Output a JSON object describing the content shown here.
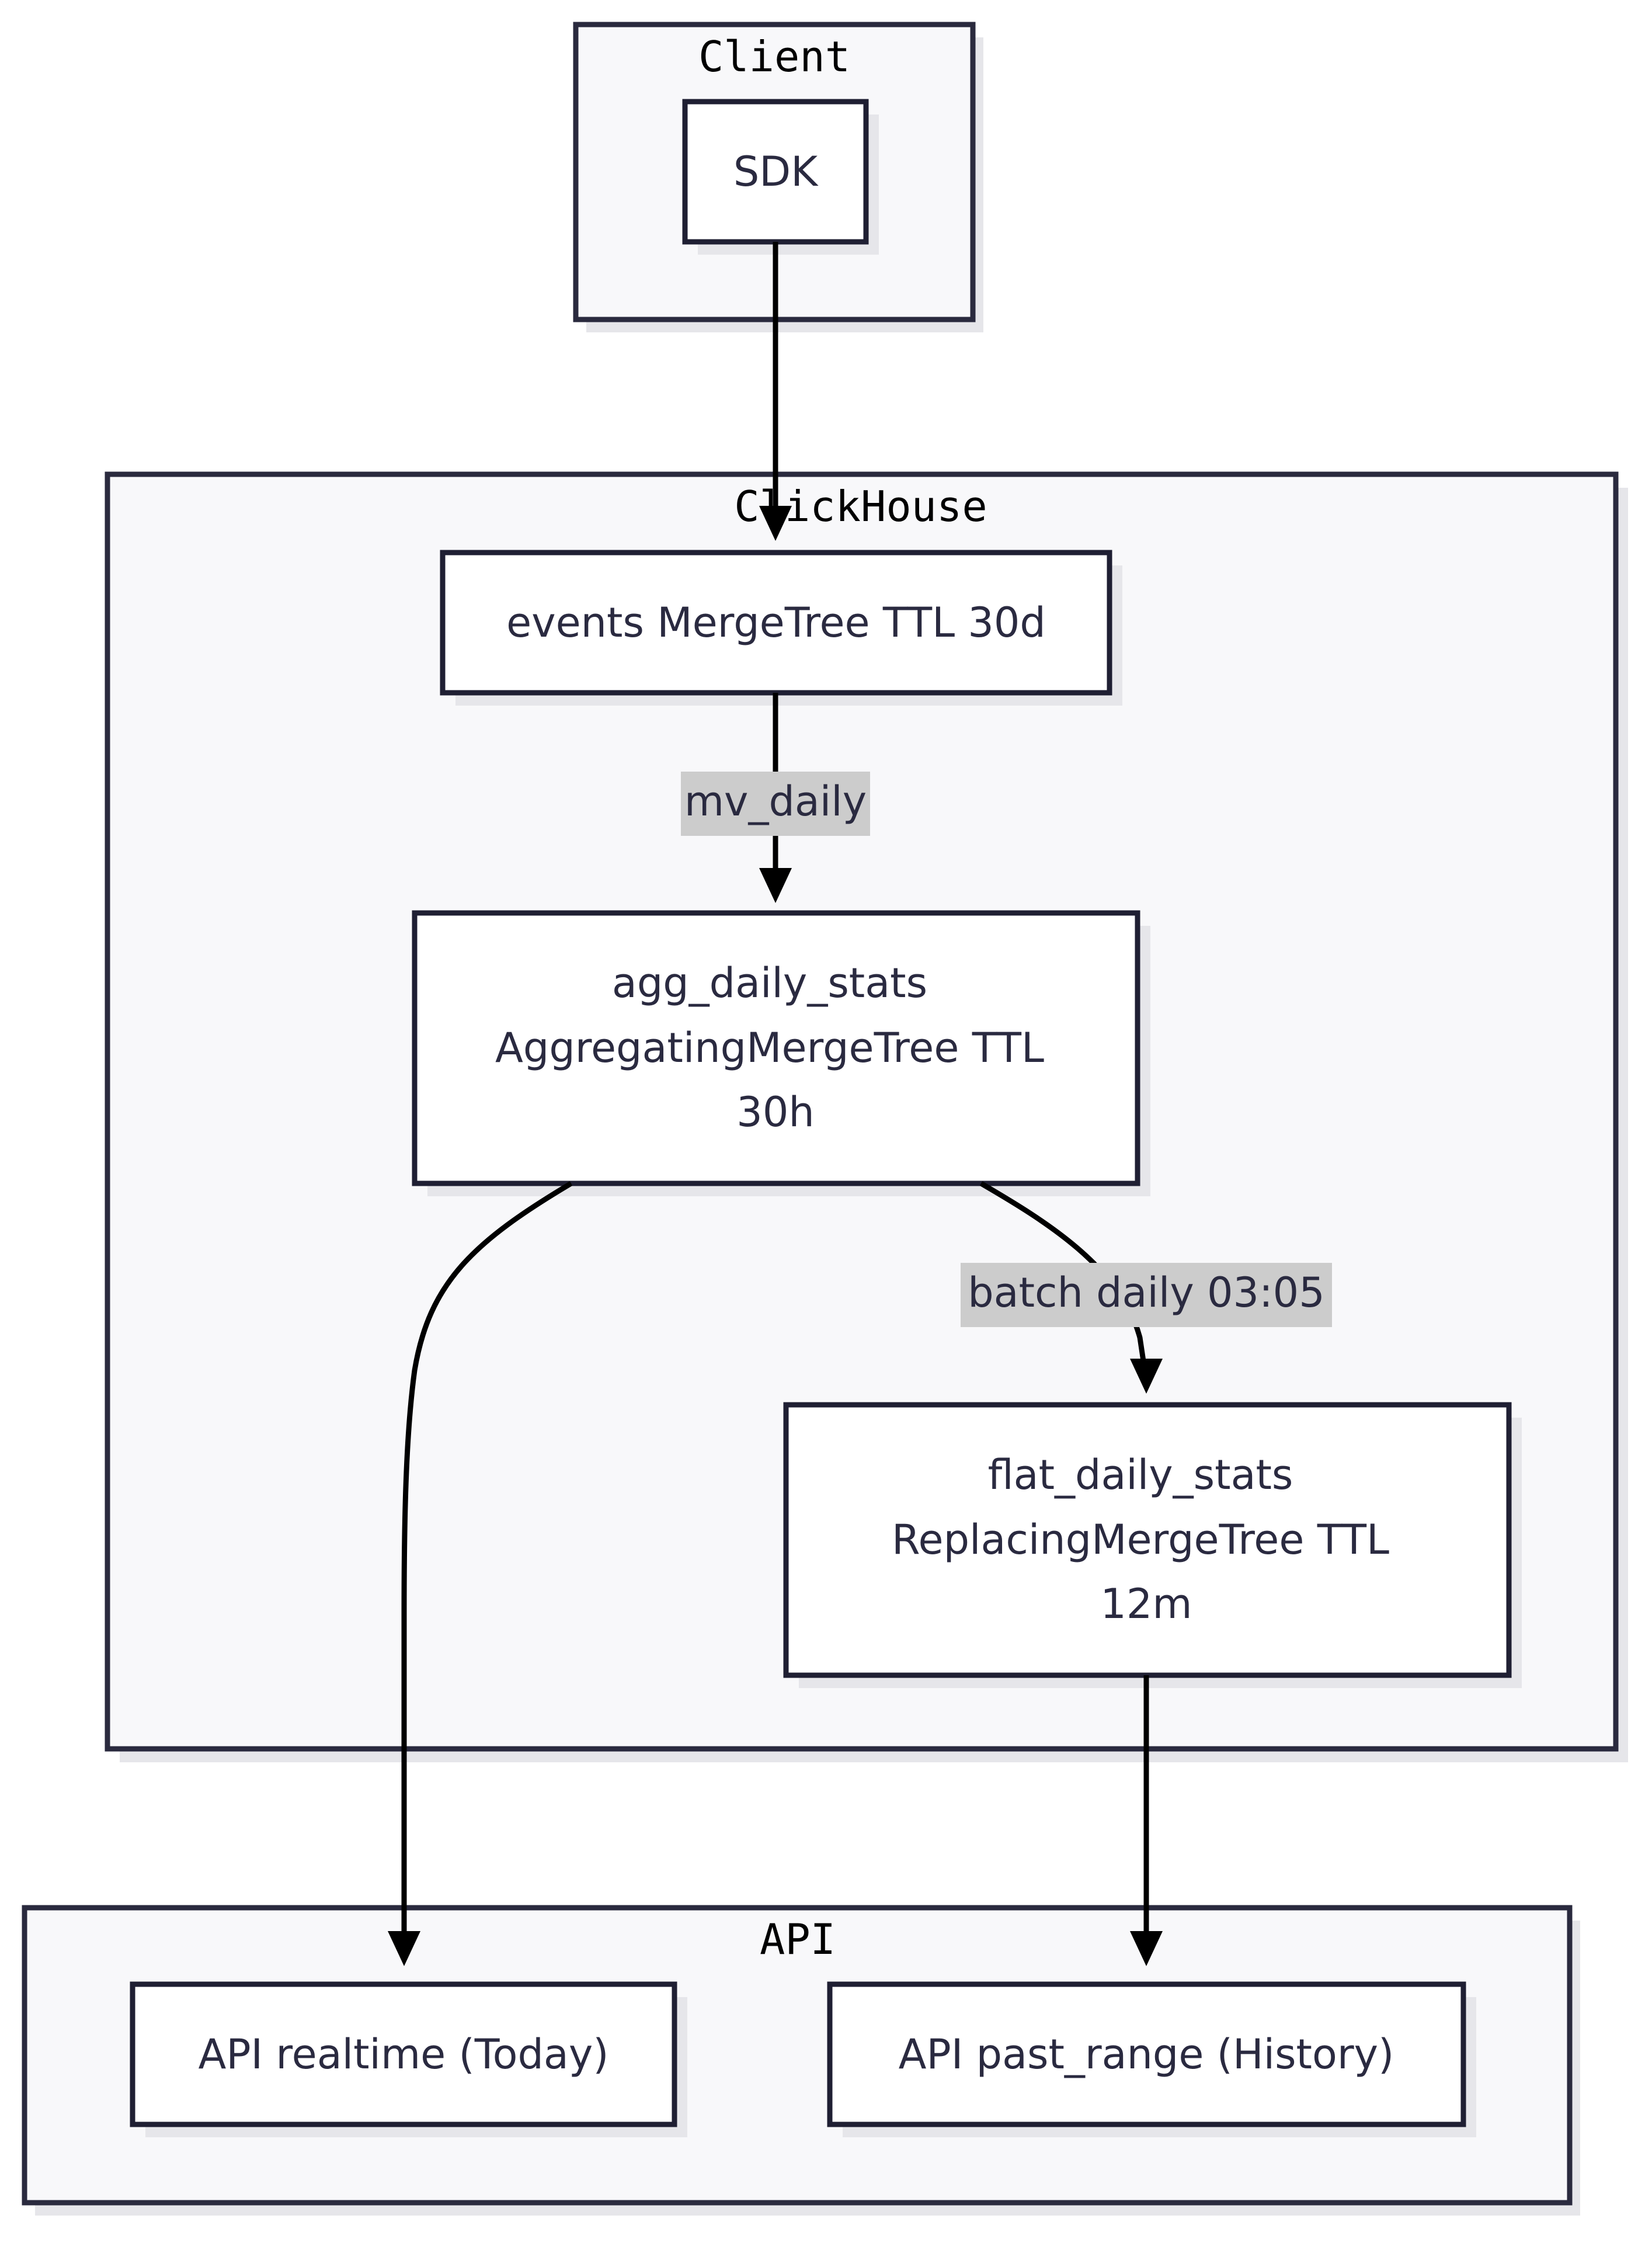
{
  "clusters": {
    "client": {
      "title": "Client"
    },
    "clickhouse": {
      "title": "ClickHouse"
    },
    "api": {
      "title": "API"
    }
  },
  "nodes": {
    "sdk": {
      "lines": [
        "SDK"
      ]
    },
    "events": {
      "lines": [
        "events MergeTree TTL 30d"
      ]
    },
    "agg": {
      "lines": [
        "agg_daily_stats",
        "AggregatingMergeTree TTL",
        "30h"
      ]
    },
    "flat": {
      "lines": [
        "flat_daily_stats",
        "ReplacingMergeTree TTL",
        "12m"
      ]
    },
    "api_realtime": {
      "lines": [
        "API realtime (Today)"
      ]
    },
    "api_past": {
      "lines": [
        "API past_range (History)"
      ]
    }
  },
  "edges": {
    "mv_daily": {
      "label": "mv_daily"
    },
    "batch": {
      "label": "batch daily 03:05"
    }
  },
  "colors": {
    "cluster_fill": "#f8f8fa",
    "node_stroke": "#1f1f33",
    "edge": "#000000",
    "edge_label_bg": "#cccccc"
  }
}
